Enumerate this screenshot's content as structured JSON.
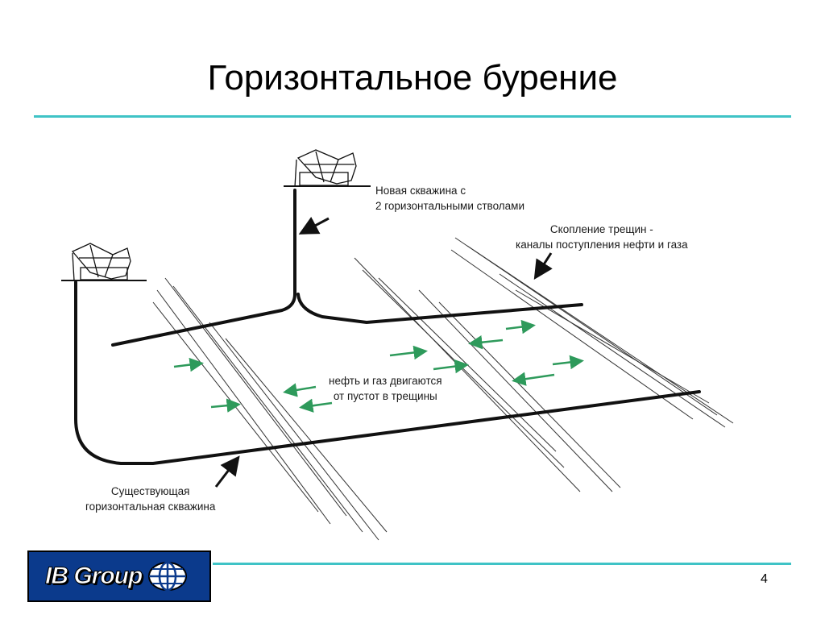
{
  "slide": {
    "title": "Горизонтальное бурение",
    "page_number": "4",
    "accent_color": "#3fc3c6"
  },
  "diagram": {
    "labels": {
      "new_well": [
        "Новая скважина с",
        "2 горизонтальными стволами"
      ],
      "fractures": [
        "Скопление трещин -",
        "каналы поступления нефти и газа"
      ],
      "flow": [
        "нефть и газ двигаются",
        "от пустот в трещины"
      ],
      "existing_well": [
        "Существующая",
        "горизонтальная скважина"
      ]
    },
    "flow_arrow_color": "#2e9a5b",
    "pointer_arrow_color": "#111111"
  },
  "logo": {
    "text": "IB Group",
    "background": "#0b3a8c"
  }
}
